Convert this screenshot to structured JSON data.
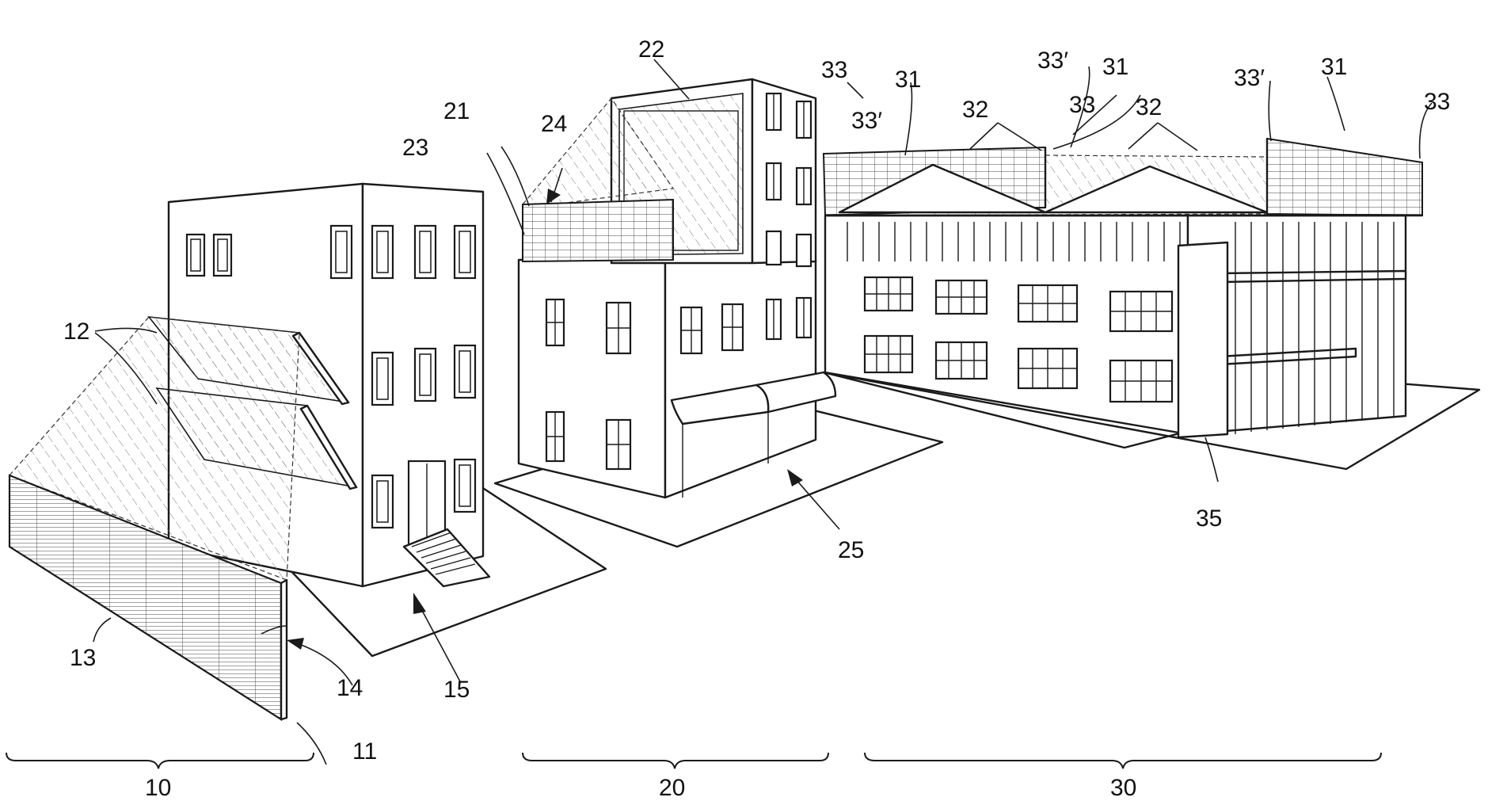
{
  "labels": {
    "l10": "10",
    "l11": "11",
    "l12": "12",
    "l13": "13",
    "l14": "14",
    "l15": "15",
    "l20": "20",
    "l21": "21",
    "l22": "22",
    "l23": "23",
    "l24": "24",
    "l25": "25",
    "l30": "30",
    "l31a": "31",
    "l31b": "31",
    "l31c": "31",
    "l32a": "32",
    "l32b": "32",
    "l33a": "33",
    "l33b": "33",
    "l33c": "33",
    "l33pa": "33′",
    "l33pb": "33′",
    "l33pc": "33′",
    "l35": "35"
  }
}
